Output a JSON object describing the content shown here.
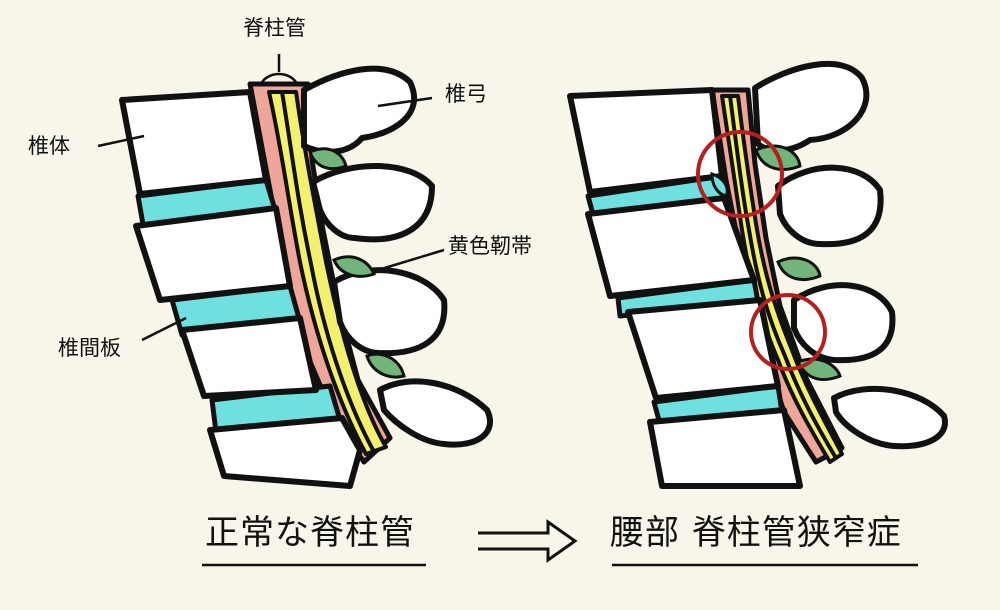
{
  "labels": {
    "spinal_canal": "脊柱管",
    "vertebral_body": "椎体",
    "vertebral_arch": "椎弓",
    "ligamentum_flavum": "黄色靭帯",
    "intervertebral_disc": "椎間板"
  },
  "captions": {
    "normal": "正常な脊柱管",
    "stenosis": "腰部 脊柱管狭窄症"
  },
  "icons": {
    "transition": "double-arrow-icon"
  },
  "colors": {
    "background": "#f8f6ea",
    "outline": "#111111",
    "bone": "#ffffff",
    "disc": "#6fe0e0",
    "canal": "#eea59a",
    "nerve": "#f4f06f",
    "ligament": "#72b57a",
    "highlight_circle": "#b51f1f"
  }
}
